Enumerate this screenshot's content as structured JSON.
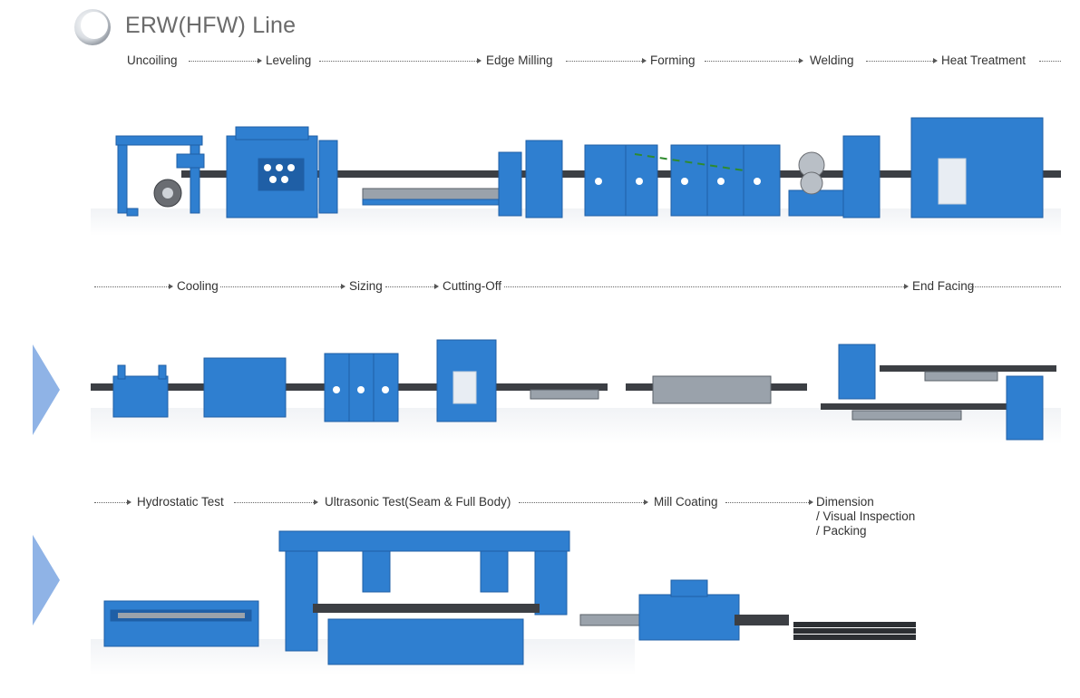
{
  "header": {
    "title": "ERW(HFW) Line"
  },
  "rows": [
    {
      "steps": [
        "Uncoiling",
        "Leveling",
        "Edge Milling",
        "Forming",
        "Welding",
        "Heat Treatment"
      ]
    },
    {
      "steps": [
        "Cooling",
        "Sizing",
        "Cutting-Off",
        "End Facing"
      ]
    },
    {
      "steps": [
        "Hydrostatic Test",
        "Ultrasonic Test(Seam & Full Body)",
        "Mill Coating"
      ],
      "final_step_lines": [
        "Dimension",
        "/ Visual Inspection",
        "/ Packing"
      ]
    }
  ],
  "colors": {
    "machine": "#2f7fd0",
    "machine_dark": "#1f5fa6",
    "pipe": "#3c3f44",
    "side_arrow": "#8fb3e6",
    "dashed_accent": "#2e8b2e"
  },
  "icons": [
    "ring-logo-icon",
    "row-arrow-icon"
  ]
}
